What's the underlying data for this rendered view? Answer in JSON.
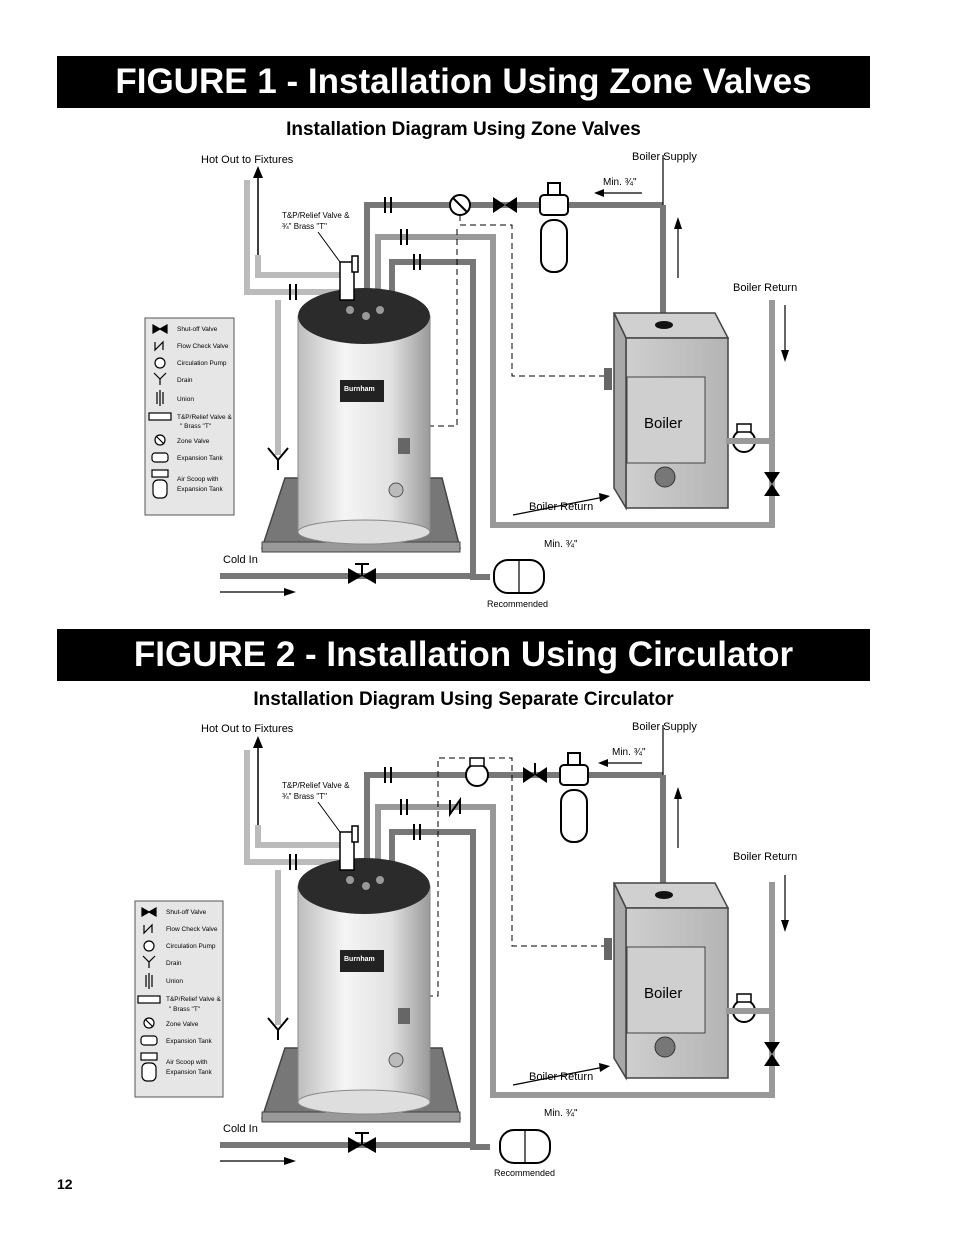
{
  "figure1": {
    "title": "FIGURE 1 - Installation Using Zone Valves",
    "subtitle": "Installation Diagram Using Zone Valves",
    "labels": {
      "hot_out": "Hot Out to Fixtures",
      "boiler_supply": "Boiler Supply",
      "min_top": "Min. ¾\"",
      "tp_relief_1": "T&P/Relief Valve &",
      "tp_relief_2": "¾\" Brass \"T\"",
      "boiler_return_right": "Boiler Return",
      "boiler": "Boiler",
      "boiler_return_bottom": "Boiler Return",
      "min_bottom": "Min. ¾\"",
      "cold_in": "Cold In",
      "recommended": "Recommended"
    }
  },
  "figure2": {
    "title": "FIGURE 2 - Installation Using Circulator",
    "subtitle": "Installation Diagram Using Separate Circulator",
    "labels": {
      "hot_out": "Hot Out to Fixtures",
      "boiler_supply": "Boiler Supply",
      "min_top": "Min. ¾\"",
      "tp_relief_1": "T&P/Relief Valve &",
      "tp_relief_2": "¾\" Brass \"T\"",
      "boiler_return_right": "Boiler Return",
      "boiler": "Boiler",
      "boiler_return_bottom": "Boiler Return",
      "min_bottom": "Min. ¾\"",
      "cold_in": "Cold In",
      "recommended": "Recommended"
    }
  },
  "legend": [
    {
      "icon": "shutoff-valve-icon",
      "label": "Shut-off Valve"
    },
    {
      "icon": "flow-check-valve-icon",
      "label": "Flow Check Valve"
    },
    {
      "icon": "circulation-pump-icon",
      "label": "Circulation Pump"
    },
    {
      "icon": "drain-icon",
      "label": "Drain"
    },
    {
      "icon": "union-icon",
      "label": "Union"
    },
    {
      "icon": "tp-relief-valve-icon",
      "label": "T&P/Relief Valve &"
    },
    {
      "icon": "brass-t-icon",
      "label": "\" Brass \"T\""
    },
    {
      "icon": "zone-valve-icon",
      "label": "Zone Valve"
    },
    {
      "icon": "expansion-tank-icon",
      "label": "Expansion Tank"
    },
    {
      "icon": "air-scoop-icon",
      "label": "Air Scoop with"
    },
    {
      "icon": "air-scoop-tank-icon",
      "label": "Expansion Tank"
    }
  ],
  "heater_brand": "Burnham",
  "page_number": "12"
}
